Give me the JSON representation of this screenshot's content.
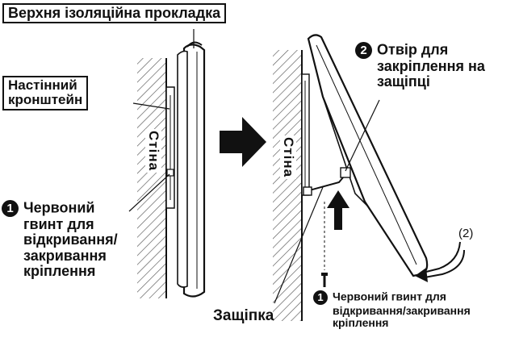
{
  "labels": {
    "top_pad": "Верхня ізоляційна прокладка",
    "bracket_line1": "Настінний",
    "bracket_line2": "кронштейн",
    "wall_left": "Стіна",
    "wall_right": "Стіна",
    "red_screw_left_num": "1",
    "red_screw_left_line1": "Червоний",
    "red_screw_left_line2": "гвинт для",
    "red_screw_left_line3": "відкривання/",
    "red_screw_left_line4": "закривання",
    "red_screw_left_line5": "кріплення",
    "hole_num": "2",
    "hole_line1": "Отвір для",
    "hole_line2": "закріплення на",
    "hole_line3": "защіпці",
    "latch": "Защіпка",
    "red_screw_right_num": "1",
    "red_screw_right_line1": "Червоний гвинт для",
    "red_screw_right_line2": "відкривання/закривання",
    "red_screw_right_line3": "кріплення",
    "step_marker": "(2)"
  }
}
